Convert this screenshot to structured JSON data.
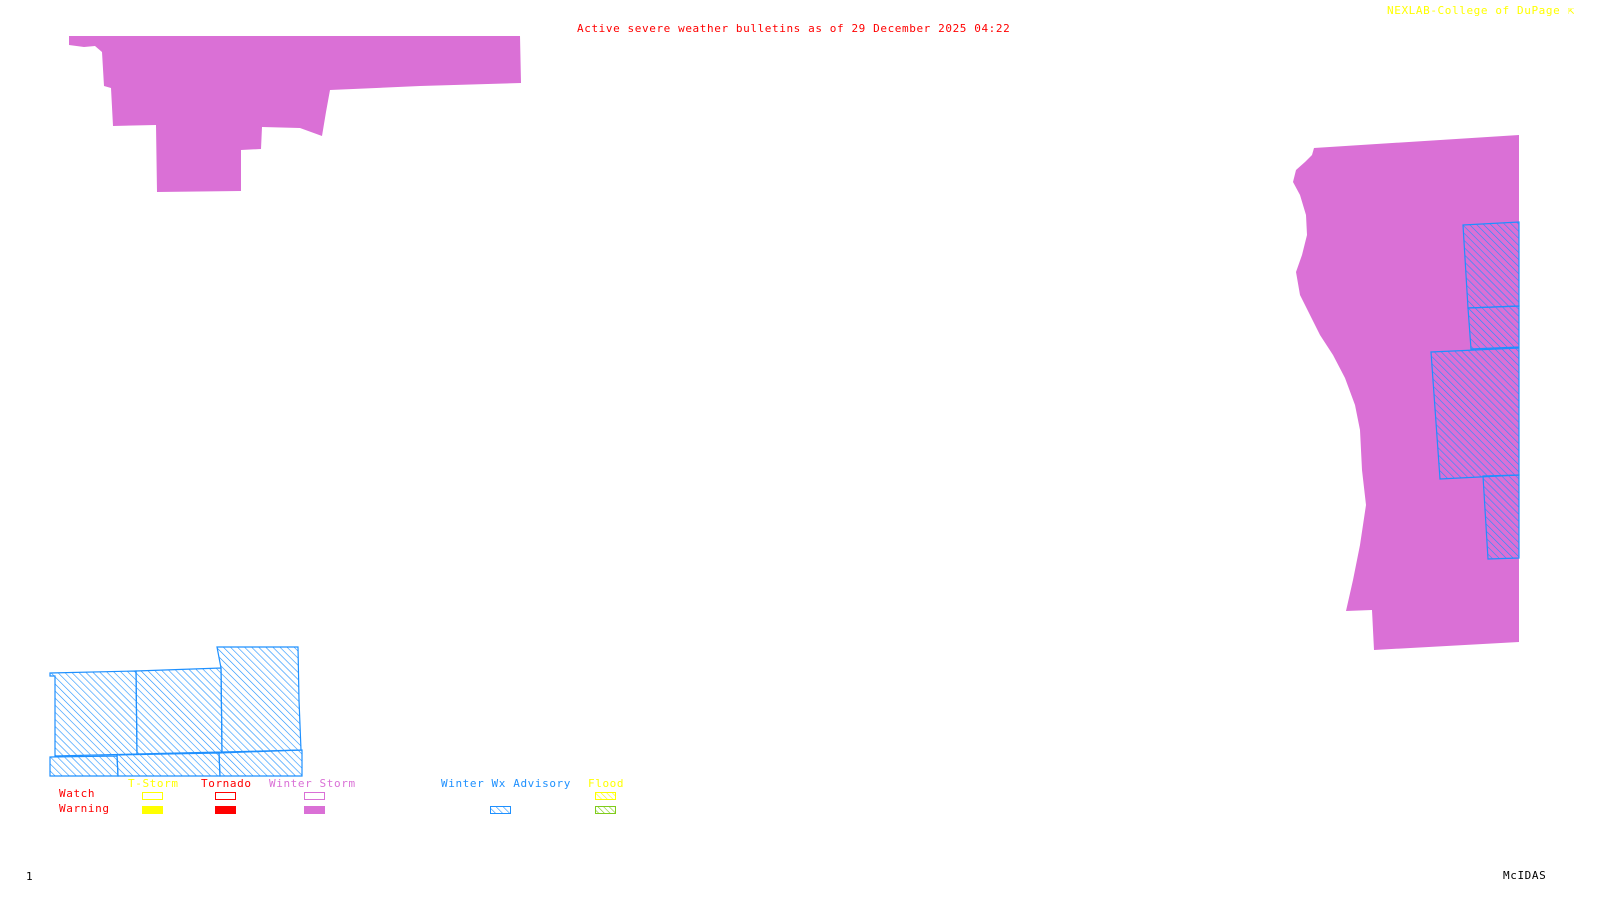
{
  "header": {
    "title": "Active severe weather bulletins as of 29 December 2025 04:22",
    "credit": "NEXLAB-College of DuPage",
    "credit_icon": "resize-arrow-icon"
  },
  "footer": {
    "frame_number": "1",
    "software": "McIDAS"
  },
  "colors": {
    "title": "#ff0000",
    "credit": "#ffff00",
    "tstorm": "#ffff00",
    "tornado": "#ff0000",
    "winter_storm": "#da70d6",
    "winter_wx_advisory": "#1e90ff",
    "flood_watch": "#ffff00",
    "flood_warning": "#7fcc1a",
    "footer_text": "#000000"
  },
  "legend": {
    "row_labels": {
      "watch": "Watch",
      "warning": "Warning"
    },
    "categories": [
      {
        "key": "tstorm",
        "label": "T-Storm",
        "watch_style": "outline",
        "warning_style": "solid"
      },
      {
        "key": "tornado",
        "label": "Tornado",
        "watch_style": "outline",
        "warning_style": "solid"
      },
      {
        "key": "winter_storm",
        "label": "Winter Storm",
        "watch_style": "outline",
        "warning_style": "solid"
      },
      {
        "key": "winter_wx_advisory",
        "label": "Winter Wx Advisory",
        "watch_style": "none",
        "warning_style": "hatched"
      },
      {
        "key": "flood",
        "label": "Flood",
        "watch_style": "hatched",
        "warning_style": "hatched"
      }
    ]
  },
  "map": {
    "active_bulletins": [
      {
        "type": "Winter Storm Warning",
        "region": "northwest"
      },
      {
        "type": "Winter Storm Warning",
        "region": "east"
      },
      {
        "type": "Winter Wx Advisory",
        "region": "east"
      },
      {
        "type": "Winter Wx Advisory",
        "region": "southwest"
      }
    ]
  }
}
